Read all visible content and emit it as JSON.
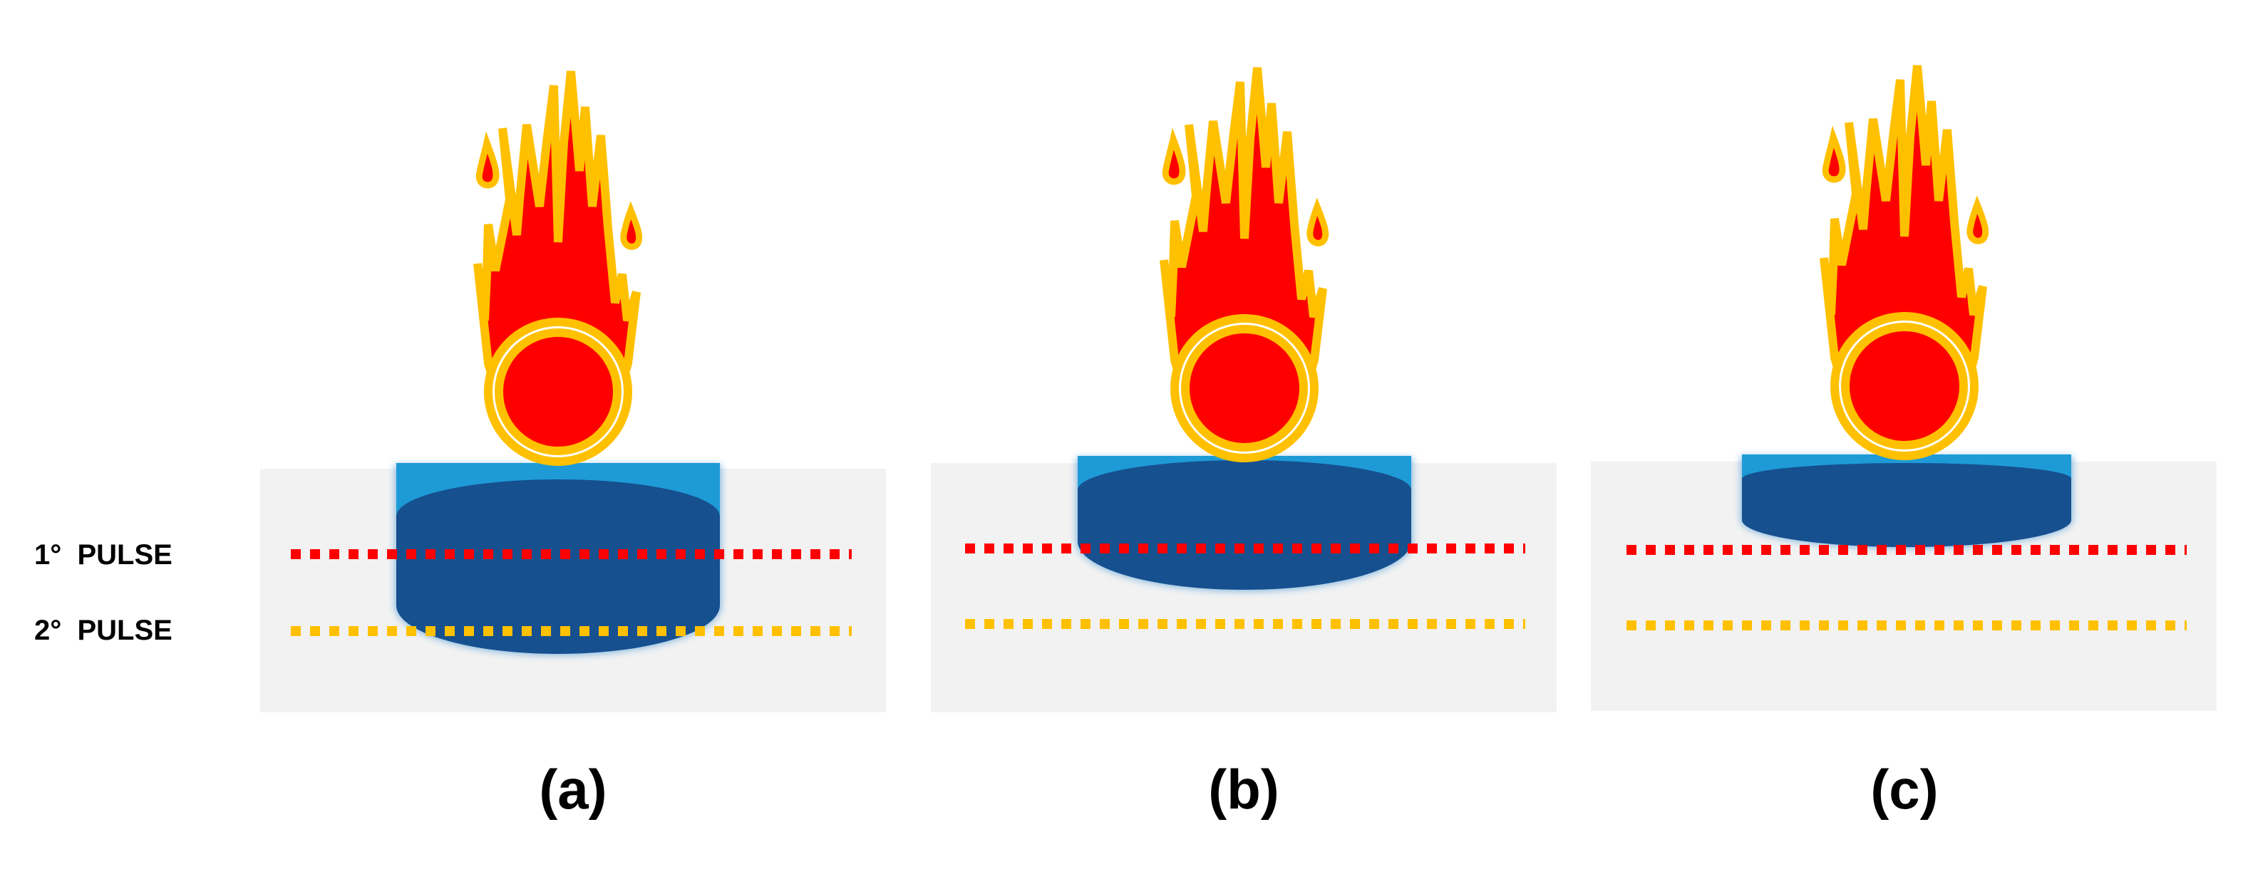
{
  "pulse_labels": {
    "first": "1°  PULSE",
    "second": "2°  PULSE"
  },
  "panels": [
    {
      "caption": "(a)"
    },
    {
      "caption": "(b)"
    },
    {
      "caption": "(c)"
    }
  ],
  "colors": {
    "substrate": "#f2f2f2",
    "flame_fill": "#ff0000",
    "flame_outline": "#ffc000",
    "liquid_top": "#1e9bd7",
    "liquid_body": "#16508f",
    "first_pulse_line": "#ff0000",
    "second_pulse_line": "#ffc000",
    "text": "#000000"
  },
  "icons": [
    "fireball-icon"
  ]
}
